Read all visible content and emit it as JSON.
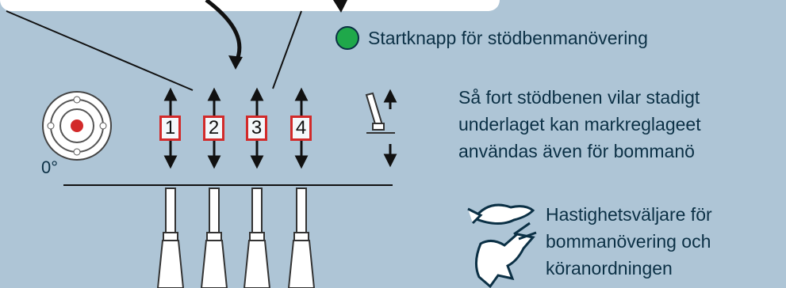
{
  "start_button": {
    "label": "Startknapp för stödbenmanövering",
    "color": "#1fa84a"
  },
  "info": {
    "line1": "Så fort stödbenen vilar stadigt",
    "line2": "underlaget kan markreglageet",
    "line3": "användas även för bommanö"
  },
  "level": {
    "value": "0°"
  },
  "levers": [
    {
      "label": "1"
    },
    {
      "label": "2"
    },
    {
      "label": "3"
    },
    {
      "label": "4"
    }
  ],
  "speed": {
    "line1": "Hastighetsväljare för",
    "line2": "bommanövering och",
    "line3": "köranordningen",
    "slow_icon": "turtle-icon",
    "fast_icon": "hare-icon"
  },
  "colors": {
    "background": "#aec5d6",
    "ink": "#0b3045",
    "box_border": "#d22a2a"
  }
}
